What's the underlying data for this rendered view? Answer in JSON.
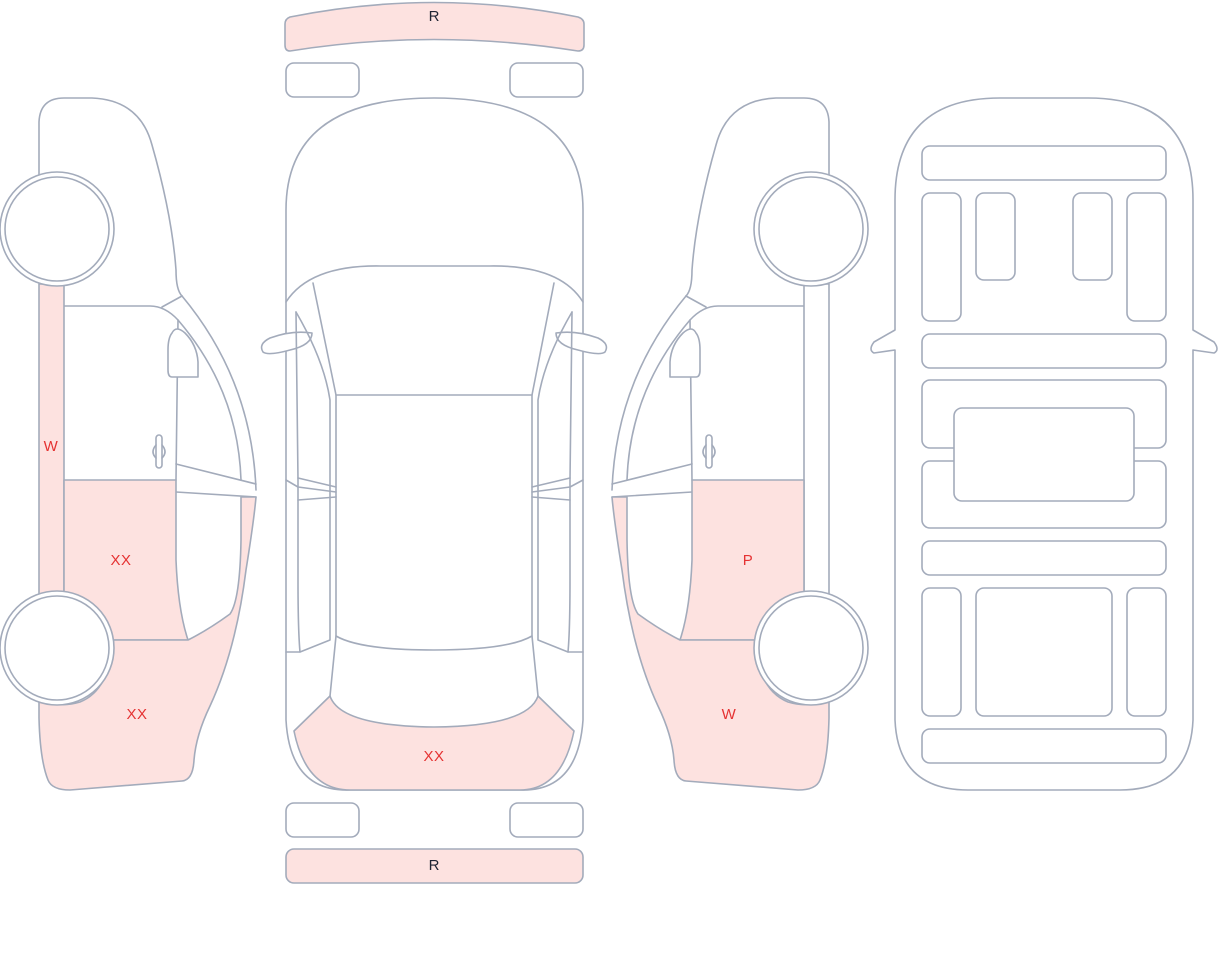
{
  "diagram": {
    "colors": {
      "outline": "#a3abbb",
      "damage_fill": "#fde2e0",
      "damage_code": "#e53232",
      "bumper_code": "#1f2433"
    },
    "front_bumper": {
      "code": "R",
      "damaged": true
    },
    "rear_bumper": {
      "code": "R",
      "damaged": true
    },
    "left_side": {
      "rocker": {
        "code": "W",
        "damaged": true
      },
      "rear_door": {
        "code": "XX",
        "damaged": true
      },
      "rear_quarter": {
        "code": "XX",
        "damaged": true
      }
    },
    "top_view": {
      "tailgate": {
        "code": "XX",
        "damaged": true
      }
    },
    "right_side": {
      "rear_door": {
        "code": "P",
        "damaged": true
      },
      "rear_quarter": {
        "code": "W",
        "damaged": true
      }
    }
  }
}
